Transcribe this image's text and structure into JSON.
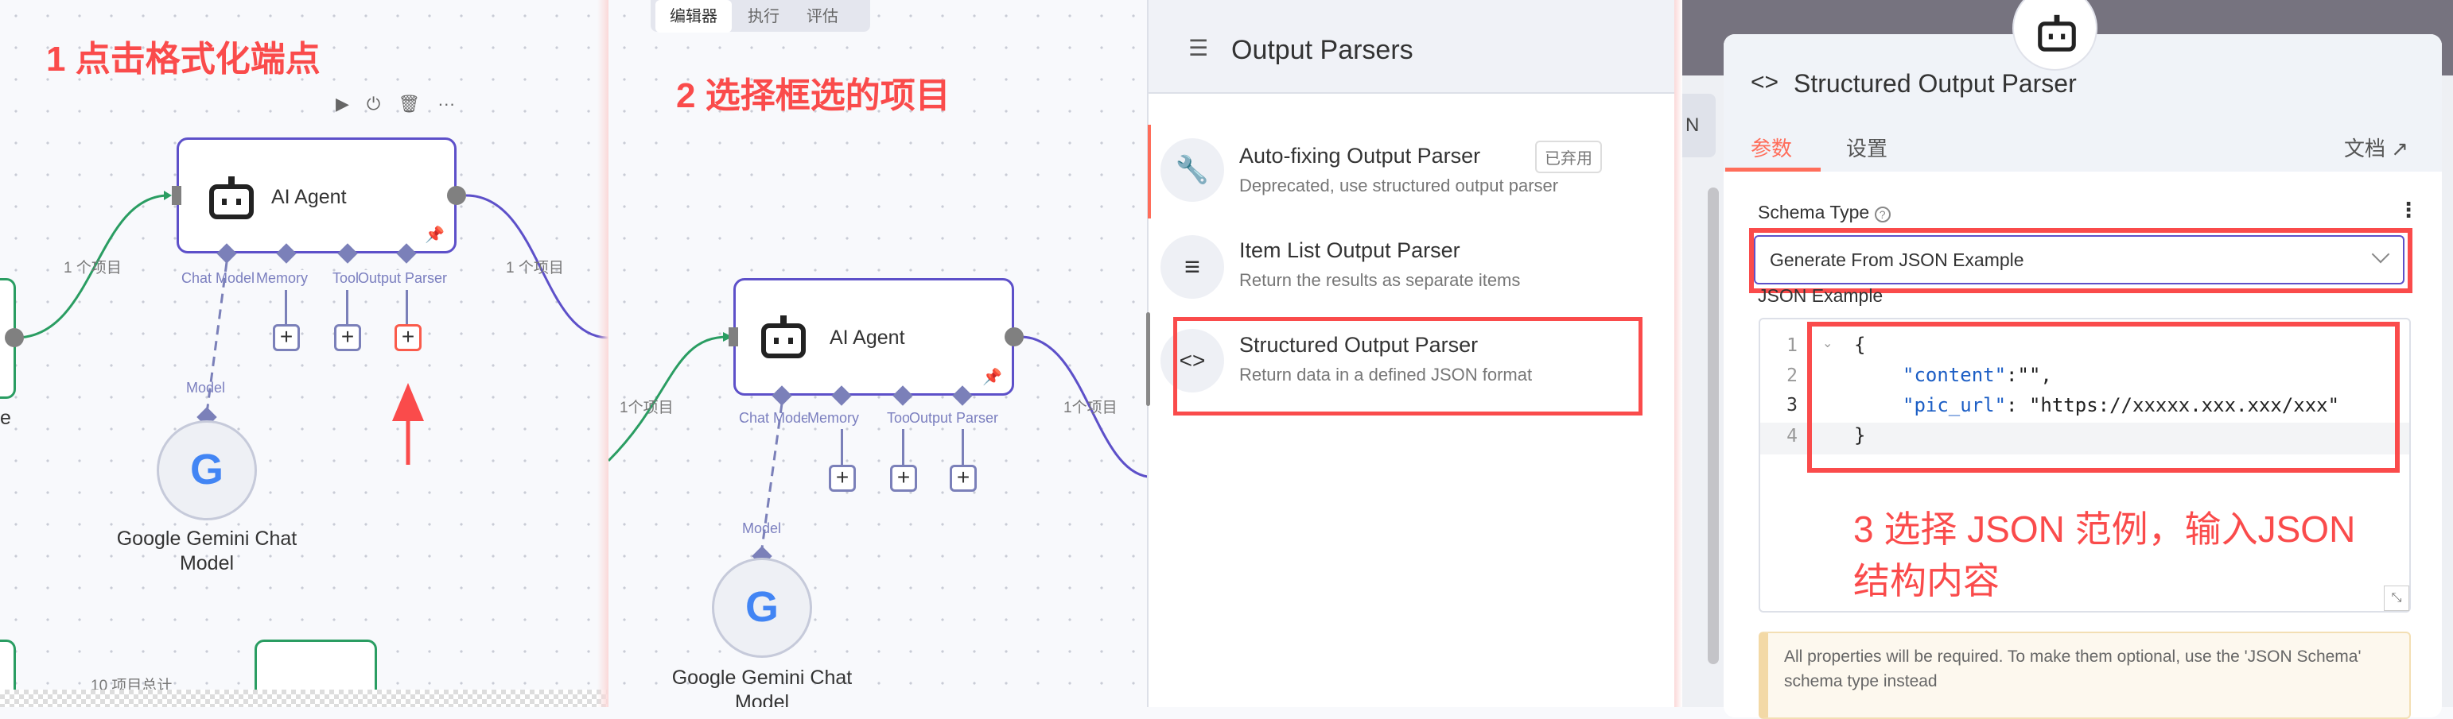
{
  "panel1": {
    "annotation": "1 点击格式化端点",
    "toolbar": {
      "icons": [
        "play-icon",
        "power-icon",
        "trash-icon",
        "more-icon"
      ],
      "more": "···"
    },
    "agent_node": {
      "title": "AI Agent"
    },
    "handles": [
      "Chat Model",
      "Memory",
      "Tool",
      "Output Parser"
    ],
    "plus": "+",
    "edge_left_label": "1 个项目",
    "edge_right_label": "1 个项目",
    "model_label": "Model",
    "google_icon_letter": "G",
    "google_node": {
      "line1": "Google Gemini Chat",
      "line2": "Model"
    },
    "left_node_fragment": "e",
    "bottom_edge_label": "10 项目总计"
  },
  "panel2": {
    "tabs": [
      "编辑器",
      "执行",
      "评估"
    ],
    "annotation": "2 选择框选的项目",
    "agent_node": {
      "title": "AI Agent"
    },
    "handles": [
      "Chat Model",
      "Memory",
      "Tool",
      "Output Parser"
    ],
    "plus": "+",
    "edge_left_label": "1个项目",
    "edge_right_label": "1个项目",
    "model_label": "Model",
    "google_icon_letter": "G",
    "google_node": {
      "line1": "Google Gemini Chat",
      "line2": "Model"
    },
    "output_parsers": {
      "title": "Output Parsers",
      "items": [
        {
          "title": "Auto-fixing Output Parser",
          "badge": "已弃用",
          "subtitle": "Deprecated, use structured output parser",
          "icon": "wrench-icon"
        },
        {
          "title": "Item List Output Parser",
          "subtitle": "Return the results as separate items",
          "icon": "list-icon"
        },
        {
          "title": "Structured Output Parser",
          "subtitle": "Return data in a defined JSON format",
          "icon": "code-icon"
        }
      ]
    }
  },
  "panel3": {
    "side_button": "N",
    "title": "Structured Output Parser",
    "tabs": {
      "params": "参数",
      "settings": "设置",
      "docs": "文档"
    },
    "schema_type_label": "Schema Type",
    "schema_type_value": "Generate From JSON Example",
    "json_example_label": "JSON Example",
    "code_lines": [
      "{",
      "\"content\":\"\",",
      "\"pic_url\": \"https://xxxxx.xxx.xxx/xxx\"",
      "}"
    ],
    "code_parts": {
      "k1": "\"content\"",
      "v1": ":\"\",",
      "k2": "\"pic_url\"",
      "v2": ": \"https://xxxxx.xxx.xxx/xxx\""
    },
    "line_numbers": [
      "1",
      "2",
      "3",
      "4"
    ],
    "annotation_line1": "3 选择 JSON 范例，输入JSON",
    "annotation_line2": "结构内容",
    "notice": "All properties will be required. To make them optional, use the 'JSON Schema' schema type instead"
  },
  "colors": {
    "annotation": "#fa4b4b",
    "node_border": "#5d50c9",
    "active_tab": "#ff6d5a",
    "edge_green": "#2a9d62"
  }
}
